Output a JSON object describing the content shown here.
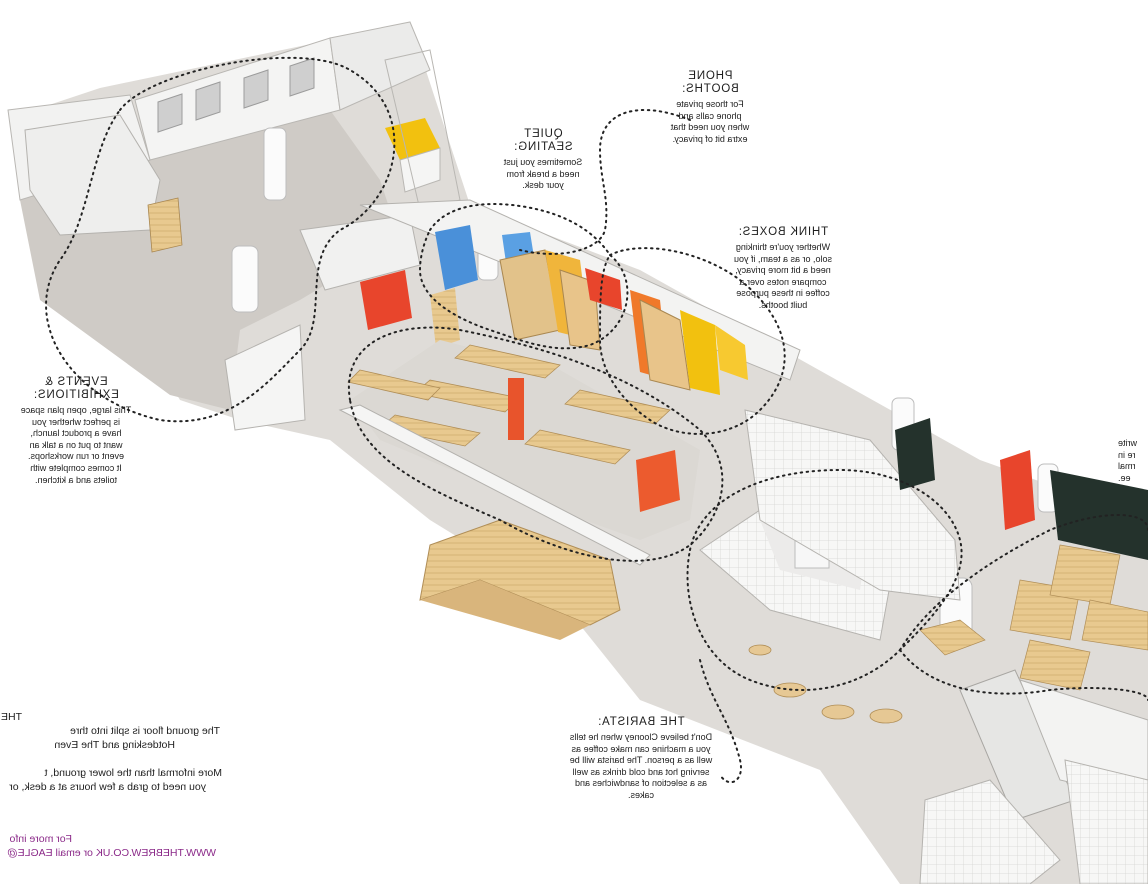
{
  "labels": {
    "phone_booths": {
      "title_line1": "PHONE",
      "title_line2": "BOOTHS:",
      "body": [
        "For those private",
        "phone calls and",
        "when you need that",
        "extra bit of privacy."
      ]
    },
    "quiet_seating": {
      "title_line1": "QUIET",
      "title_line2": "SEATING:",
      "body": [
        "Sometimes you just",
        "need a break from",
        "your desk."
      ]
    },
    "think_boxes": {
      "title": "THINK BOXES:",
      "body": [
        "Whether you're thinking",
        "solo, or as a team, if you",
        "need a bit more privacy,",
        "compare notes over a",
        "coffee in these purpose",
        "built booths."
      ]
    },
    "events": {
      "title_line1": "EVENTS &",
      "title_line2": "EXHIBITIONS:",
      "body": [
        "This large, open plan space",
        "is perfect whether you",
        "have a product launch,",
        "want to put on a talk an",
        "event or run workshops.",
        "It comes complete with",
        "toilets and a kitchen."
      ]
    },
    "barista": {
      "title": "THE BARISTA:",
      "body": [
        "Don't believe Clooney when he tells",
        "you a machine can make coffee as",
        "well as a person. The barista will be",
        "serving hot and cold drinks as well",
        "as a selection of sandwiches and",
        "cakes."
      ]
    },
    "right_partial": [
      "write",
      "re in",
      "rmal",
      "ee."
    ]
  },
  "left_text": {
    "heading": "THE",
    "line1": "The ground floor is split into thre",
    "line2": "Hotdesking and The Even",
    "line3": "More informal than the lower ground, t",
    "line4": "you need to grab a few hours at a desk, or",
    "contact1": "For more info",
    "contact2": "WWW.THEBREW.CO.UK or email EAGLE@"
  },
  "colors": {
    "accent_purple": "#8b2a89",
    "booth_yellow": "#f2c10f",
    "booth_orange": "#f0792a",
    "booth_red": "#e8452c",
    "booth_blue": "#4a90d9",
    "dark_green": "#24322c",
    "wood": "#e6c894",
    "floor": "#dcdad6"
  }
}
